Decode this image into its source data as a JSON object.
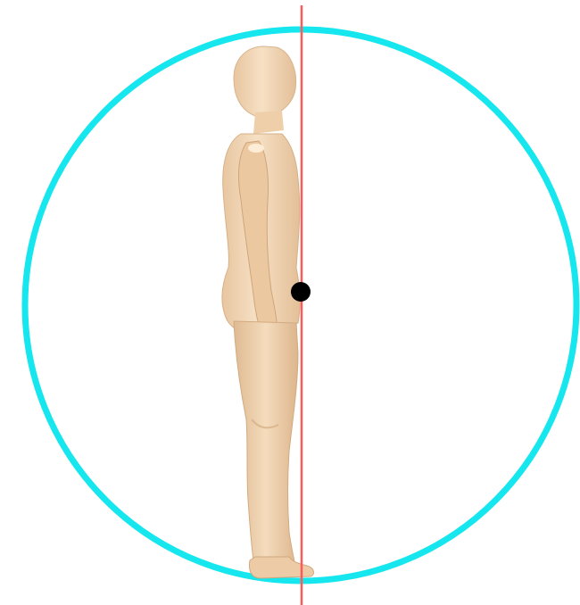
{
  "diagram": {
    "colors": {
      "background": "#ffffff",
      "boundary_circle": "#16e6ee",
      "vertical_axis": "#ff5a5a",
      "center_point": "#000000",
      "figure_skin": "#f4dcbd",
      "figure_shade": "#d8b48e",
      "figure_highlight": "#fff1dc"
    },
    "elements": {
      "boundary_circle": "circle",
      "vertical_axis": "line",
      "center_point": "dot",
      "figure": "standing-human-side-view"
    }
  }
}
